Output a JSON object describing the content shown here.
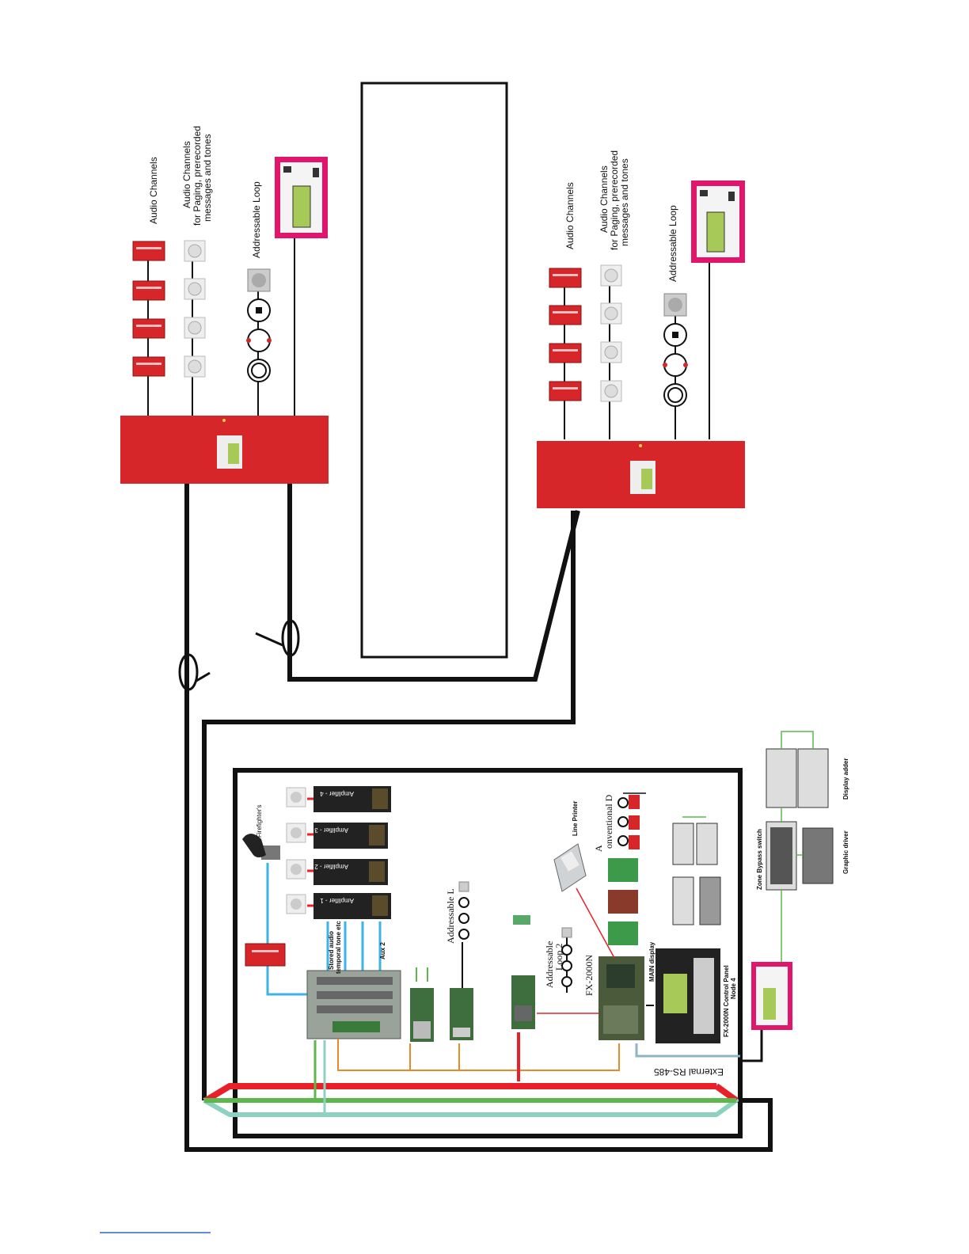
{
  "upper_node": {
    "labels": {
      "audio_channels": "Audio Channels",
      "paging_line1": "Audio Channels",
      "paging_line2": "for Paging, prerecorded",
      "paging_line3": "messages and tones",
      "addressable_loop": "Addressable Loop"
    }
  },
  "lower_node": {
    "labels": {
      "audio_channels": "Audio Channels",
      "paging_line1": "Audio Channels",
      "paging_line2": "for Paging, prerecorded",
      "paging_line3": "messages and tones",
      "addressable_loop": "Addressable Loop"
    }
  },
  "main_panel": {
    "amplifiers": [
      "Amplifier - 1",
      "Amplifier - 2",
      "Amplifier - 3",
      "Amplifier - 4"
    ],
    "firefighters": "Firefighter's",
    "stored_audio_line1": "Stored audio",
    "stored_audio_line2": "temporal tone etc",
    "aux2": "Aux 2",
    "addressable_1": "Addressable L",
    "addressable_2_line1": "Addressable",
    "addressable_2_line2": "Loop 2",
    "fx2000n": "FX-2000N",
    "line_printer": "Line Printer",
    "conventional_line1": "A",
    "conventional_line2": "onventional D",
    "main_display": "MAIN display",
    "control_panel_line1": "FX-2000N Control Panel",
    "control_panel_line2": "Node 4",
    "zone_bypass": "Zone Bypass switch",
    "display_adder": "Display adder",
    "graphic_driver": "Graphic driver",
    "external_rs485": "External RS-485"
  },
  "colors": {
    "panel_red": "#d6262a",
    "annunciator_pink": "#e0156b",
    "network_red": "#e8202a",
    "network_green": "#5cb84a",
    "network_teal": "#8fd1c0",
    "audio_blue": "#3db3e6",
    "orange_bus": "#e88a2a"
  }
}
